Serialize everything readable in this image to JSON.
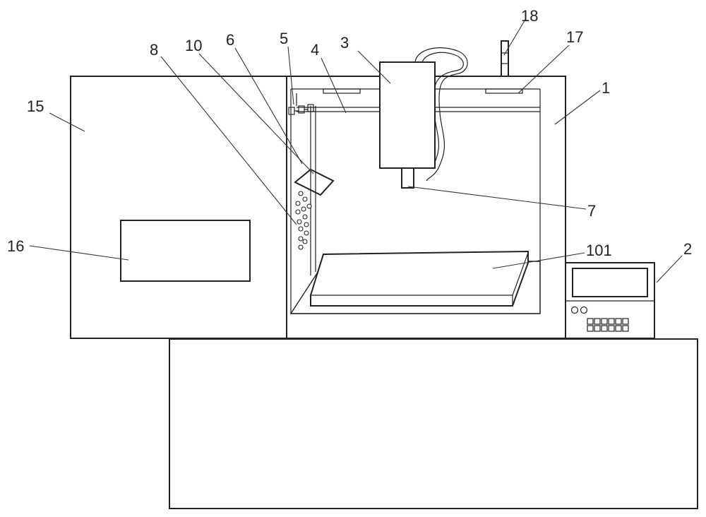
{
  "labels": {
    "l1": "1",
    "l2": "2",
    "l3": "3",
    "l4": "4",
    "l5": "5",
    "l6": "6",
    "l7": "7",
    "l8": "8",
    "l10": "10",
    "l15": "15",
    "l16": "16",
    "l17": "17",
    "l18": "18",
    "l101": "101"
  }
}
